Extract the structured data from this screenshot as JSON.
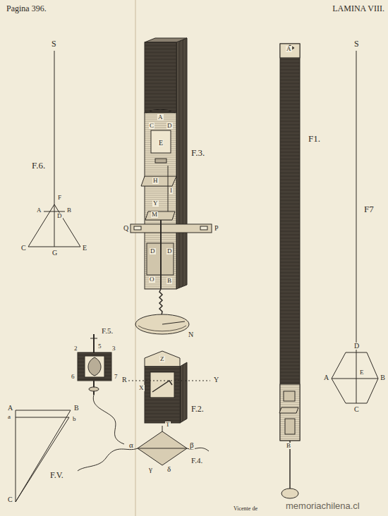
{
  "diagram": {
    "title": "LAMINA VIII.",
    "labels": [
      "Pagina 396.",
      "S",
      "F.6.",
      "F",
      "A",
      "B",
      "D",
      "C",
      "G",
      "E",
      "A",
      "C",
      "D",
      "E",
      "F.3.",
      "H",
      "I",
      "Y",
      "M",
      "Q",
      "P",
      "D",
      "D",
      "O",
      "B",
      "N",
      "F.5.",
      "2",
      "5",
      "3",
      "6",
      "7",
      "Z",
      "R",
      "Y",
      "X",
      "F.2.",
      "T",
      "α",
      "β",
      "γ",
      "δ",
      "F.4.",
      "A",
      "B",
      "a",
      "b",
      "C",
      "F.V.",
      "A",
      "F1.",
      "B",
      "S",
      "F7",
      "D",
      "A",
      "E",
      "B",
      "C",
      "Vicente de",
      "memoriachilena.cl"
    ]
  }
}
